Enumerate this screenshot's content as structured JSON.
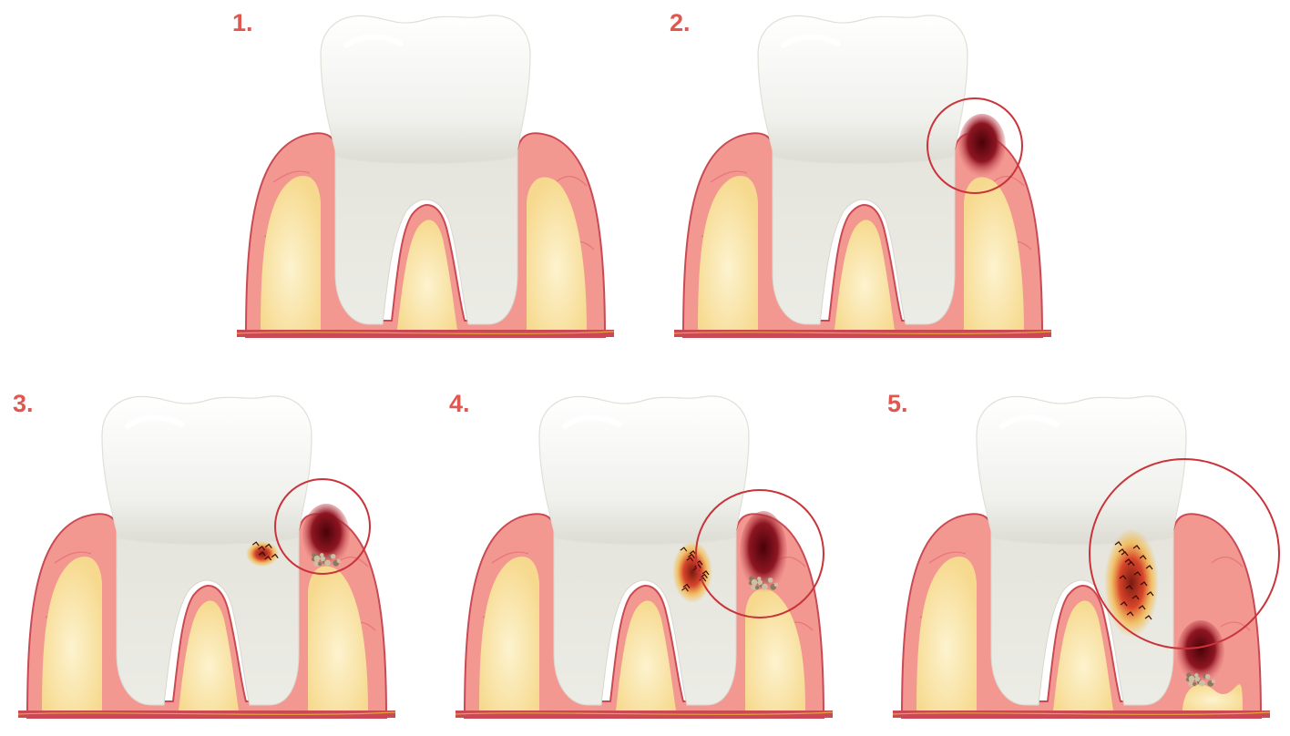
{
  "colors": {
    "label": "#e0574f",
    "gum": "#f29891",
    "gum_dark": "#e25f64",
    "gum_edge": "#c94a55",
    "bone": "#f9e3a2",
    "bone_core": "#fbeec0",
    "crown": "#f4f4f1",
    "root": "#e6e6df",
    "lesion": "#7a0d18",
    "ring": "#c8343a",
    "tartar": "#cdbfa6",
    "decay_glow": "#f5b53a"
  },
  "stages": [
    {
      "label": "1.",
      "icon": "healthy-tooth-icon",
      "inflammation": false,
      "ring": false
    },
    {
      "label": "2.",
      "icon": "gingivitis-tooth-icon",
      "inflammation": true,
      "ring": true
    },
    {
      "label": "3.",
      "icon": "early-periodontitis-tooth-icon",
      "inflammation": true,
      "ring": true,
      "tartar": true,
      "decay": 1
    },
    {
      "label": "4.",
      "icon": "moderate-periodontitis-tooth-icon",
      "inflammation": true,
      "ring": true,
      "tartar": true,
      "decay": 2
    },
    {
      "label": "5.",
      "icon": "advanced-periodontitis-tooth-icon",
      "inflammation": true,
      "ring": true,
      "tartar": true,
      "decay": 3,
      "bone_loss": true
    }
  ]
}
